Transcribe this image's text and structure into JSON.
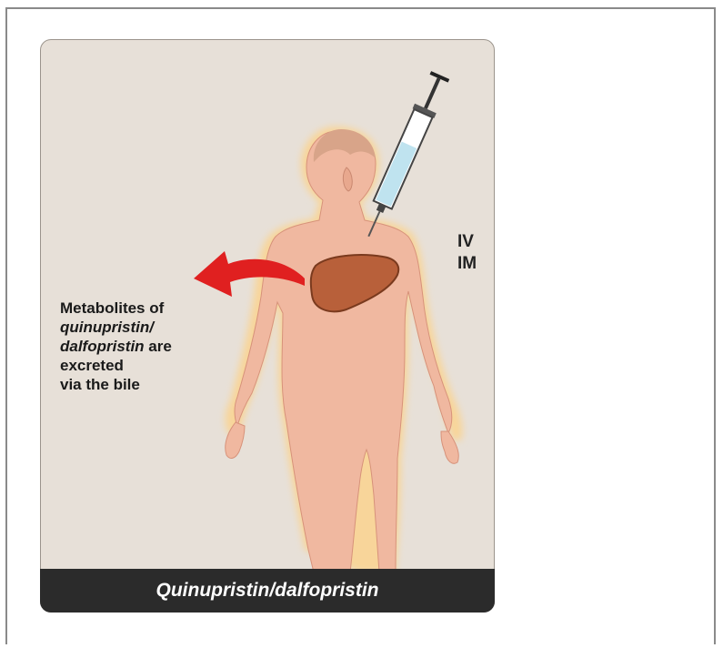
{
  "route_labels": [
    "IV",
    "IM"
  ],
  "note": {
    "line1": "Metabolites of",
    "drug1": "quinupristin/",
    "drug2": "dalfopristin",
    "line3_suffix": " are",
    "line4": "excreted",
    "line5": "via the bile"
  },
  "banner_title": "Quinupristin/dalfopristin",
  "colors": {
    "panel": "#e7e0d8",
    "body": "#f0b8a0",
    "glow": "#f8d59a",
    "liver": "#b8603a",
    "arrow": "#e02020",
    "syringe_fluid": "#bfe3ef",
    "banner": "#2b2b2b"
  }
}
